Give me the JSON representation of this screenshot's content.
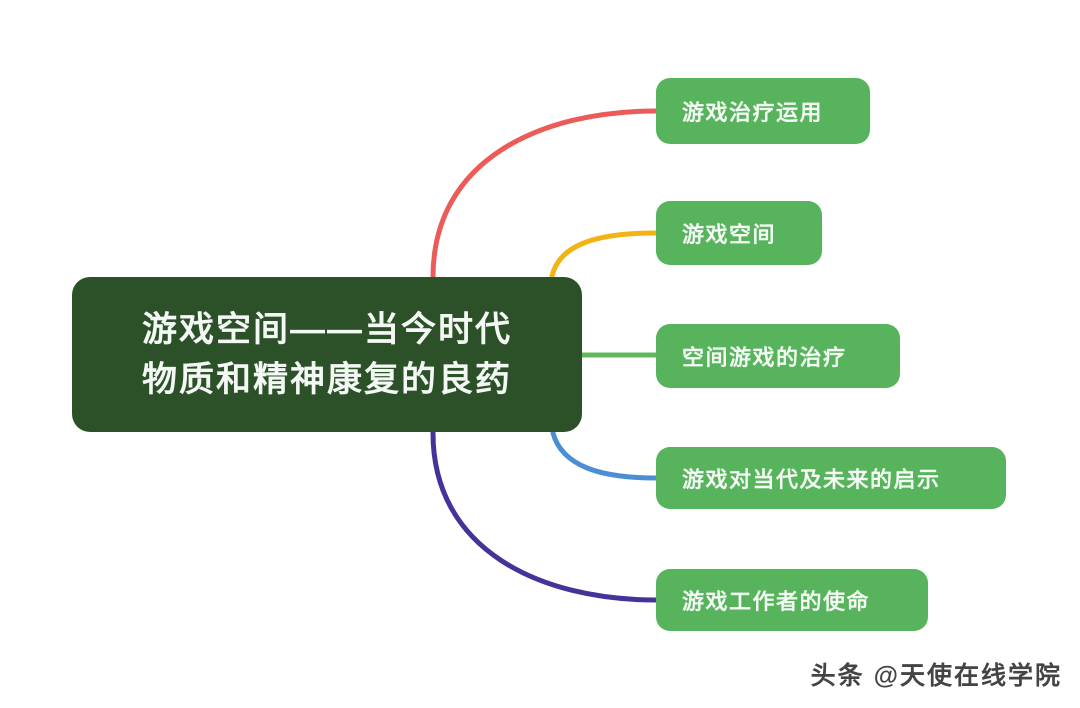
{
  "diagram": {
    "type": "mindmap",
    "background_color": "#ffffff",
    "central_node": {
      "line1": "游戏空间——当今时代",
      "line2": "物质和精神康复的良药",
      "fill_color": "#2c5128",
      "text_color": "#f4f8f4"
    },
    "branches": [
      {
        "label": "游戏治疗运用",
        "connector_color": "#eb5b57",
        "connector_style": "curve",
        "fill_color": "#57b45c"
      },
      {
        "label": "游戏空间",
        "connector_color": "#f2b313",
        "connector_style": "curve",
        "fill_color": "#57b45c"
      },
      {
        "label": "空间游戏的治疗",
        "connector_color": "#62b85c",
        "connector_style": "straight",
        "fill_color": "#57b45c"
      },
      {
        "label": "游戏对当代及未来的启示",
        "connector_color": "#4a8fd4",
        "connector_style": "curve",
        "fill_color": "#57b45c"
      },
      {
        "label": "游戏工作者的使命",
        "connector_color": "#453399",
        "connector_style": "curve",
        "fill_color": "#57b45c"
      }
    ]
  },
  "watermark": {
    "text": "头条 @天使在线学院"
  }
}
